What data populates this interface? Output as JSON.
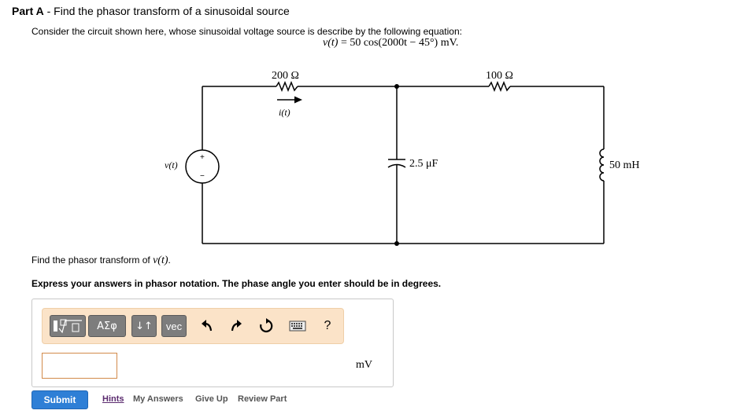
{
  "part": {
    "label": "Part A",
    "separator": " - ",
    "title": "Find the phasor transform of a sinusoidal source"
  },
  "intro": "Consider the circuit shown here, whose sinusoidal voltage source is describe by the following equation:",
  "equation": {
    "lhs": "v(t)",
    "rhs": " = 50 cos(2000t − 45°) mV."
  },
  "circuit": {
    "r1": "200 Ω",
    "r2": "100 Ω",
    "current": "i(t)",
    "source": "v(t)",
    "plus": "+",
    "minus": "−",
    "capacitor": "2.5 μF",
    "inductor": "50 mH"
  },
  "question": {
    "prefix": "Find the phasor transform of ",
    "var": "v(t)",
    "suffix": "."
  },
  "instruction": "Express your answers in phasor notation. The phase angle you enter should be in degrees.",
  "toolbar": {
    "templates_icon": "sqrt-template-icon",
    "greek_label": "ΑΣφ",
    "arrows_label": "↓↑",
    "vec_label": "vec",
    "undo_icon": "undo-icon",
    "redo_icon": "redo-icon",
    "reset_icon": "reset-icon",
    "keyboard_icon": "keyboard-icon",
    "help_label": "?"
  },
  "answer": {
    "value": "",
    "placeholder": "",
    "unit": "mV"
  },
  "actions": {
    "submit": "Submit",
    "hints": "Hints",
    "my_answers": "My Answers",
    "give_up": "Give Up",
    "review_part": "Review Part"
  },
  "colors": {
    "toolbar_bg": "#fbe3c8",
    "submit_bg": "#2e7fd6",
    "input_border": "#d28a4a"
  }
}
